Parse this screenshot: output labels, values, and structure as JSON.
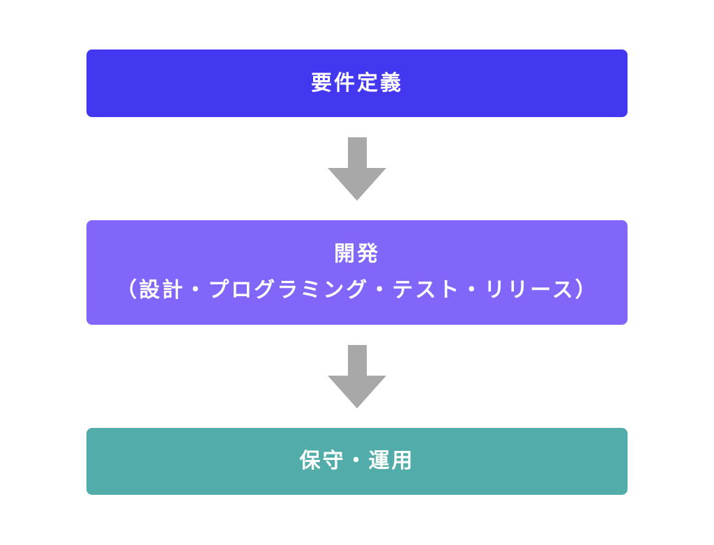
{
  "colors": {
    "step1": "#4338F0",
    "step2": "#8266FA",
    "step3": "#52ADAA",
    "arrow": "#A8A8A8"
  },
  "steps": [
    {
      "title": "要件定義"
    },
    {
      "title": "開発",
      "subtitle": "（設計・プログラミング・テスト・リリース）"
    },
    {
      "title": "保守・運用"
    }
  ]
}
